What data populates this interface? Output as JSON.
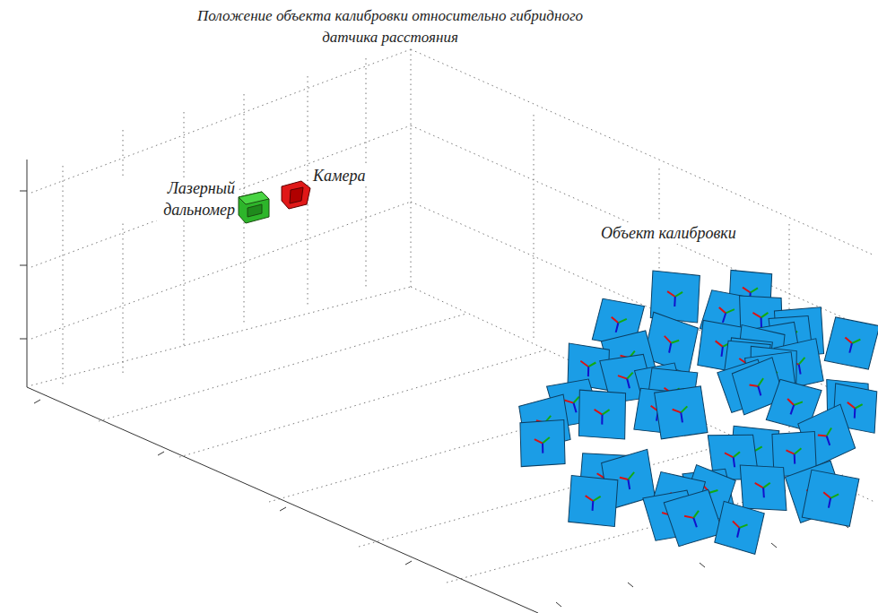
{
  "diagram": {
    "title": "Положение объекта калибровки относительно гибридного датчика расстояния",
    "labels": [
      "Лазерный дальномер",
      "Камера",
      "Объект калибровки"
    ]
  }
}
